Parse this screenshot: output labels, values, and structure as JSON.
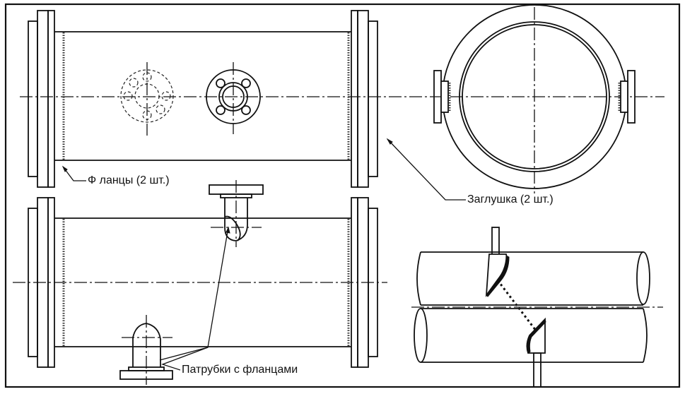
{
  "labels": {
    "flanges": "Ф ланцы (2 шт.)",
    "plug": "Заглушка (2 шт.)",
    "nozzles": "Патрубки с фланцами"
  }
}
